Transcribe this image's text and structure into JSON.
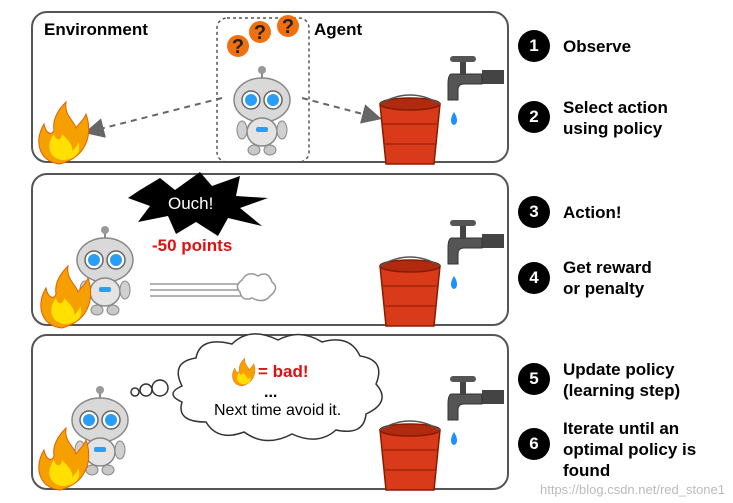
{
  "panel1": {
    "environment_label": "Environment",
    "agent_label": "Agent",
    "question_marks": [
      "?",
      "?",
      "?"
    ]
  },
  "panel2": {
    "ouch_text": "Ouch!",
    "penalty_text": "-50 points"
  },
  "panel3": {
    "bad_text": "= bad!",
    "ellipsis": "...",
    "thought_text": "Next time avoid it."
  },
  "steps": [
    {
      "num": "1",
      "text": "Observe"
    },
    {
      "num": "2",
      "text": "Select action\nusing policy"
    },
    {
      "num": "3",
      "text": "Action!"
    },
    {
      "num": "4",
      "text": "Get reward\nor penalty"
    },
    {
      "num": "5",
      "text": "Update policy\n(learning step)"
    },
    {
      "num": "6",
      "text": "Iterate until an\noptimal policy is\nfound"
    }
  ],
  "watermark": "https://blog.csdn.net/red_stone1",
  "colors": {
    "fire_outer": "#f5a000",
    "fire_inner": "#ffe000",
    "bucket": "#d83a1a",
    "water": "#1e90ff",
    "text_red": "#e01010"
  }
}
